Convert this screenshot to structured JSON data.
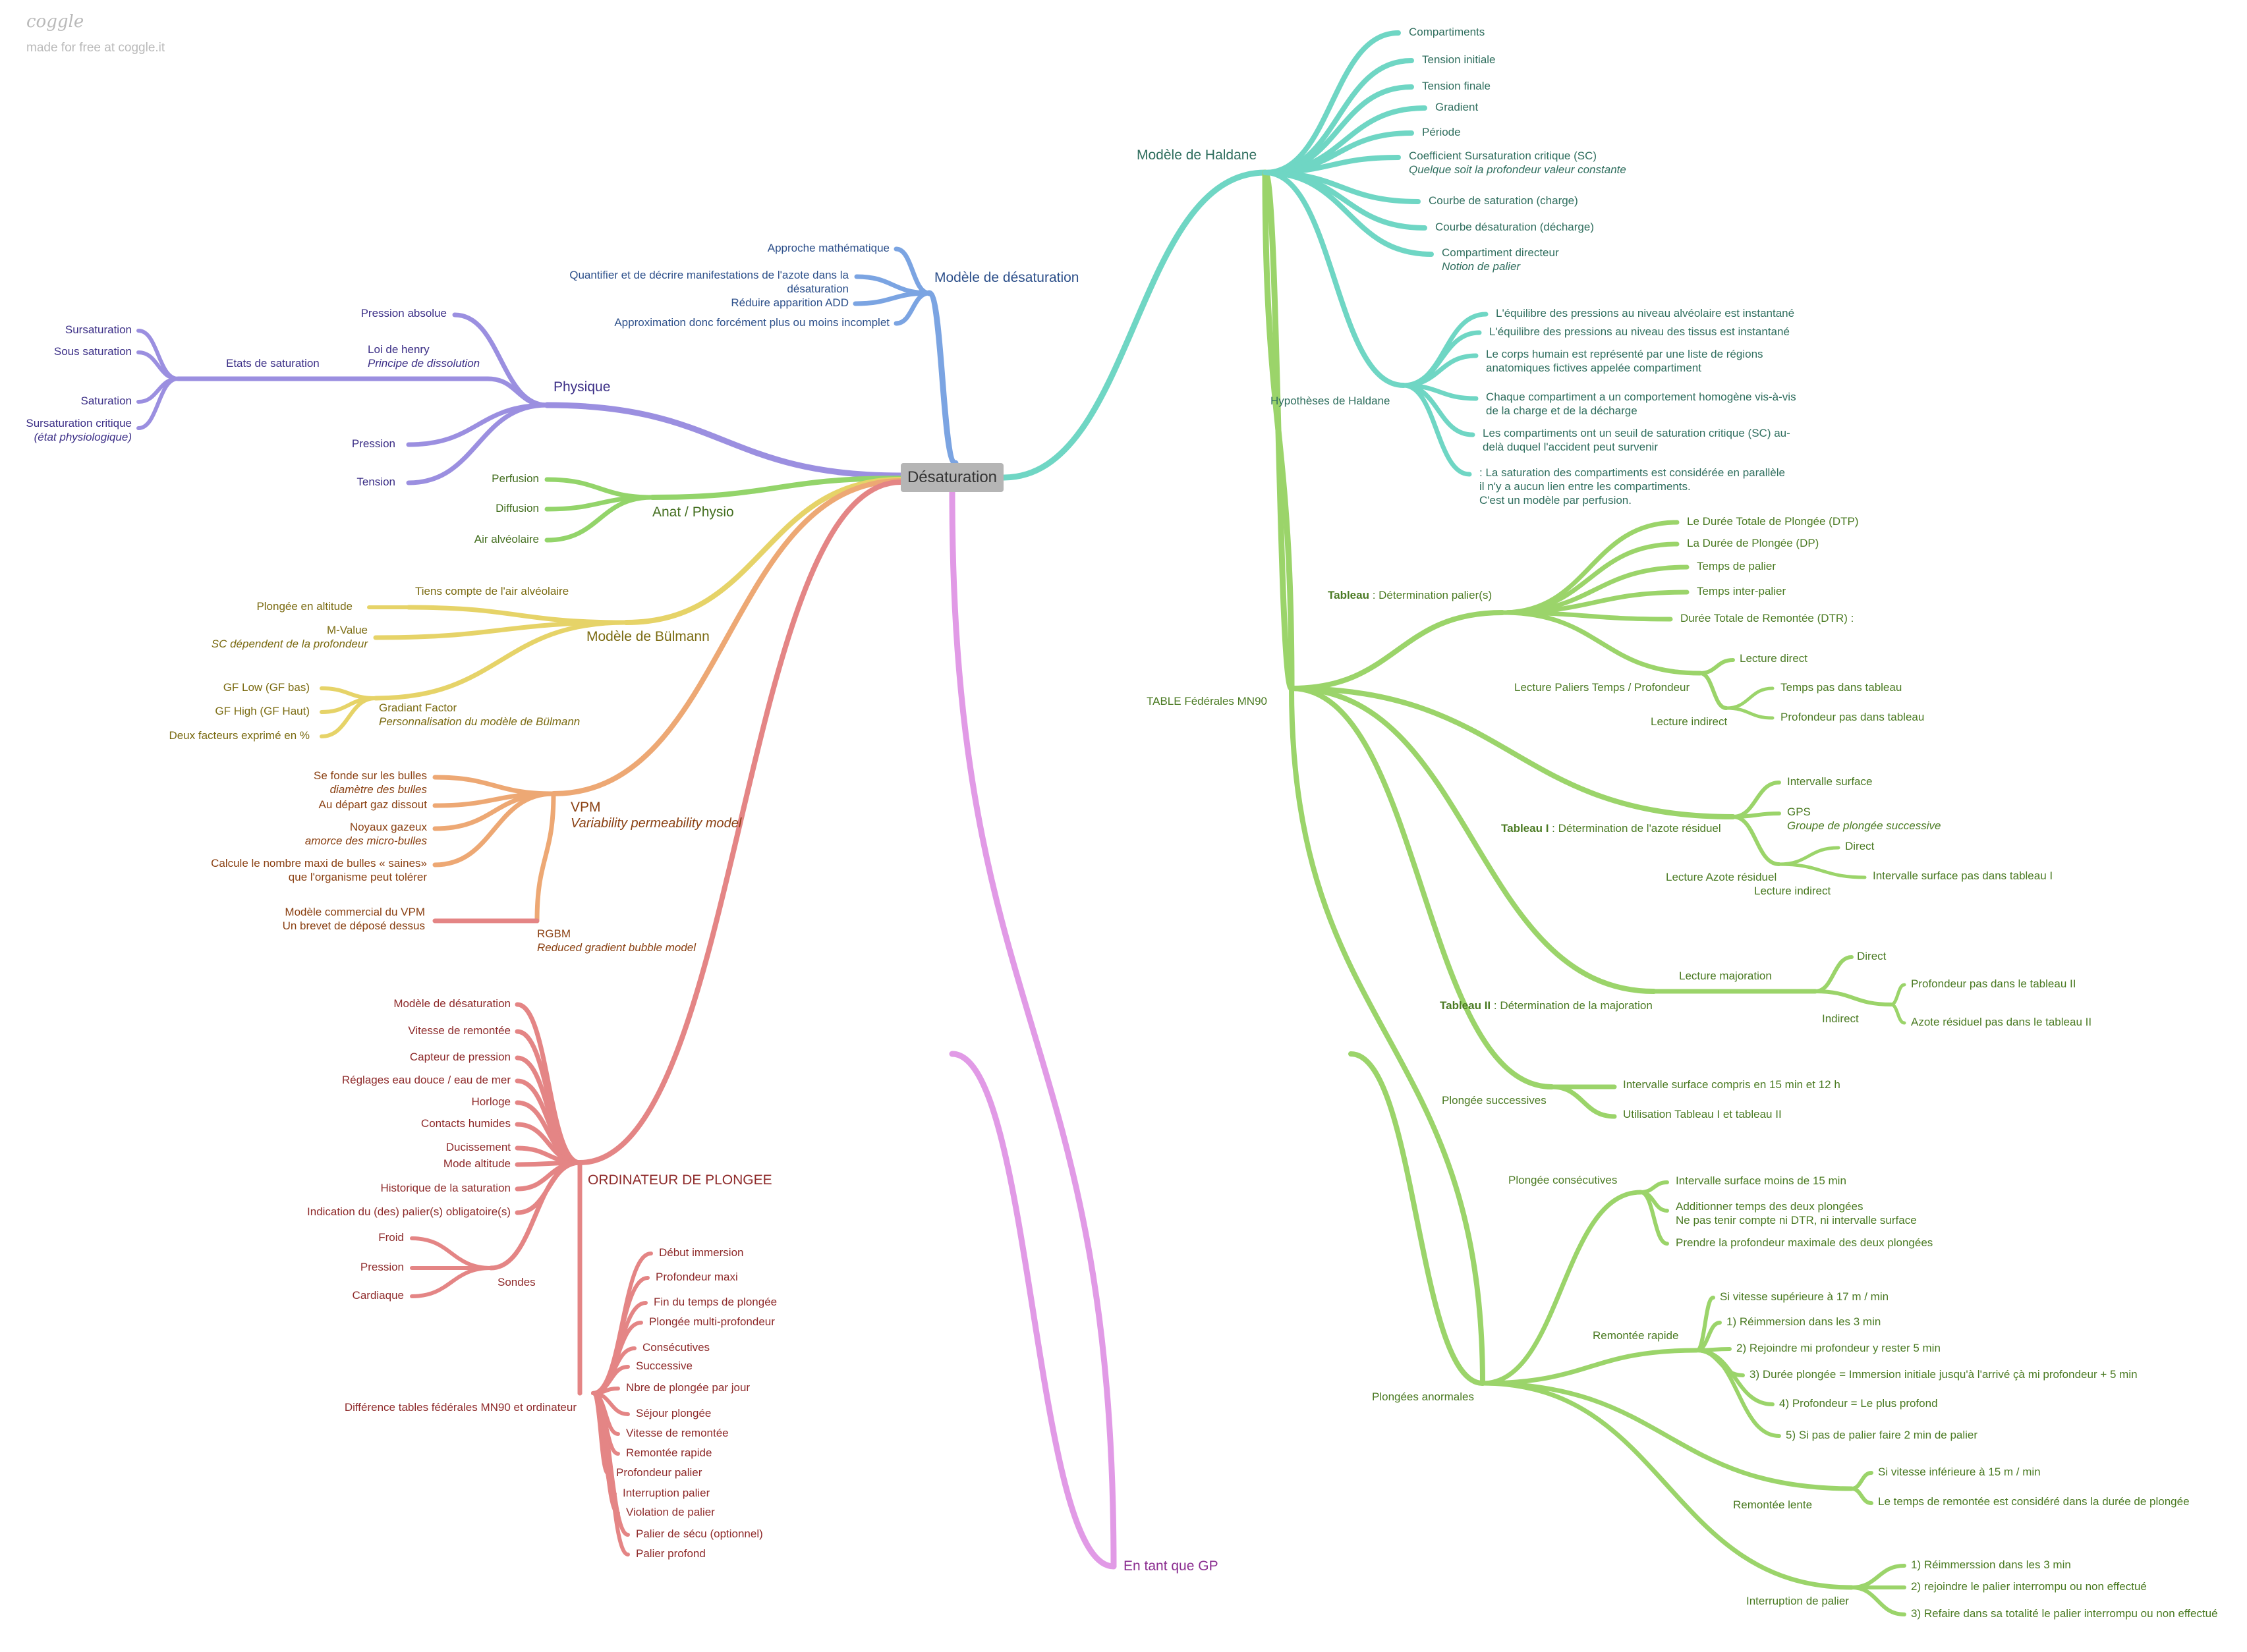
{
  "brand": {
    "logo": "coggle",
    "tagline": "made for free at coggle.it"
  },
  "colors": {
    "root_bg": "#b5b5b5",
    "haldane_edge": "#6fd6c4",
    "haldane_text": "#2f6e5e",
    "table_edge": "#9bd46a",
    "table_text": "#4a7a22",
    "desat_edge": "#7ba4e2",
    "desat_text": "#2c4f8a",
    "physique_edge": "#9b8fe0",
    "physique_text": "#3b2e86",
    "anat_edge": "#93d46a",
    "anat_text": "#436e1f",
    "bulmann_edge": "#e6d368",
    "bulmann_text": "#7a6a10",
    "vpm_edge": "#eda874",
    "vpm_text": "#8a4012",
    "ordi_edge": "#e48585",
    "ordi_text": "#8e2a2a",
    "gp_edge": "#e19ae6",
    "gp_text": "#8a2c8f"
  },
  "root": {
    "label": "Désaturation"
  },
  "haldane": {
    "label": "Modèle de Haldane",
    "items": [
      "Compartiments",
      "Tension initiale",
      "Tension finale",
      "Gradient",
      "Période",
      "Coefficient Sursaturation critique (SC)",
      "Courbe de saturation (charge)",
      "Courbe désaturation (décharge)",
      "Compartiment directeur"
    ],
    "sc_note": "Quelque soit la profondeur valeur constante",
    "dir_note": "Notion de palier",
    "hypo": {
      "label": "Hypothèses de Haldane",
      "items": [
        "L'équilibre des pressions au niveau alvéolaire est instantané",
        "L'équilibre des pressions au niveau des tissus est instantané",
        "Le corps humain est représenté par une liste de régions",
        "anatomiques fictives appelée compartiment",
        "Chaque compartiment a un comportement homogène vis-à-vis",
        "de la charge et de la décharge",
        "Les compartiments ont un seuil de saturation critique (SC) au-",
        "delà duquel l'accident peut survenir",
        ": La saturation des compartiments est considérée en parallèle",
        "il n'y a aucun lien entre les compartiments.",
        "C'est un modèle par perfusion."
      ]
    }
  },
  "table": {
    "label": "TABLE Fédérales MN90",
    "t0": {
      "bold": "Tableau",
      "rest": " : Détermination palier(s)",
      "items": [
        "Le Durée Totale de Plongée (DTP)",
        "La Durée de Plongée (DP)",
        "Temps de palier",
        "Temps inter-palier",
        "Durée Totale de Remontée (DTR) :"
      ],
      "lecture": "Lecture Paliers Temps / Profondeur",
      "direct": "Lecture direct",
      "indirect": "Lecture indirect",
      "indirect_items": [
        "Temps pas dans tableau",
        "Profondeur pas dans tableau"
      ]
    },
    "t1": {
      "bold": "Tableau I",
      "rest": " : Détermination de l'azote résiduel",
      "items": [
        "Intervalle surface",
        "GPS"
      ],
      "gps_note": "Groupe de plongée successive",
      "lecture": "Lecture Azote résiduel",
      "indirect": "Lecture indirect",
      "sub": [
        "Direct",
        "Intervalle surface pas dans tableau I"
      ]
    },
    "t2": {
      "bold": "Tableau II",
      "rest": " : Détermination de la majoration",
      "lecture": "Lecture majoration",
      "direct": "Direct",
      "indirect": "Indirect",
      "sub": [
        "Profondeur pas dans le tableau II",
        "Azote résiduel pas dans le tableau II"
      ]
    },
    "succ": {
      "label": "Plongée successives",
      "items": [
        "Intervalle surface compris en 15 min et 12 h",
        "Utilisation Tableau I et tableau II"
      ]
    },
    "anorm": {
      "label": "Plongées anormales",
      "consec": {
        "label": "Plongée consécutives",
        "items": [
          "Intervalle surface moins de 15 min",
          "Additionner temps des deux plongées",
          "Ne pas tenir compte ni DTR, ni intervalle surface",
          "Prendre la profondeur maximale des deux plongées"
        ]
      },
      "rapide": {
        "label": "Remontée rapide",
        "items": [
          "Si vitesse supérieure à 17 m / min",
          "1) Réimmersion dans les 3 min",
          "2) Rejoindre mi profondeur y rester 5 min",
          "3) Durée plongée = Immersion initiale jusqu'à l'arrivé çà mi profondeur + 5 min",
          "4) Profondeur = Le plus profond",
          "5) Si pas de palier faire 2 min de palier"
        ]
      },
      "lente": {
        "label": "Remontée lente",
        "items": [
          "Si vitesse inférieure à 15 m / min",
          "Le temps de remontée est considéré dans la durée de plongée"
        ]
      },
      "interr": {
        "label": "Interruption de palier",
        "items": [
          "1) Réimmerssion dans les 3 min",
          "2) rejoindre le palier interrompu ou non effectué",
          "3) Refaire dans sa totalité le palier interrompu ou non effectué"
        ]
      }
    }
  },
  "desat": {
    "label": "Modèle de désaturation",
    "items": [
      "Approche mathématique",
      "Quantifier et de décrire manifestations de l'azote dans la",
      "désaturation",
      "Réduire apparition ADD",
      "Approximation donc forcément plus ou moins incomplet"
    ]
  },
  "physique": {
    "label": "Physique",
    "etats": {
      "label": "Etats de saturation",
      "items": [
        "Sursaturation",
        "Sous saturation",
        "Saturation",
        "Sursaturation critique"
      ],
      "crit_note": "(état physiologique)"
    },
    "items": [
      "Pression absolue",
      "Loi de henry",
      "Pression",
      "Tension"
    ],
    "henry_note": "Principe de dissolution"
  },
  "anat": {
    "label": "Anat / Physio",
    "items": [
      "Perfusion",
      "Diffusion",
      "Air alvéolaire"
    ]
  },
  "bulmann": {
    "label": "Modèle de Bülmann",
    "items": [
      "Tiens compte de l'air alvéolaire",
      "Plongée en altitude",
      "M-Value"
    ],
    "mvalue_note": "SC dépendent de la profondeur",
    "gf": {
      "label": "Gradiant Factor",
      "note": "Personnalisation du modèle de Bülmann",
      "items": [
        "GF Low (GF bas)",
        "GF High (GF Haut)",
        "Deux facteurs exprimé en %"
      ]
    }
  },
  "vpm": {
    "label": "VPM",
    "note": "Variability permeability model",
    "items": [
      "Se fonde sur les bulles",
      "Au départ gaz dissout",
      "Noyaux gazeux",
      "Calcule le nombre maxi de bulles « saines»",
      "que l'organisme peut tolérer"
    ],
    "bulles_note": "diamètre des bulles",
    "noyaux_note": "amorce des micro-bulles",
    "rgbm": {
      "label": "RGBM",
      "note": "Reduced gradient bubble model",
      "items": [
        "Modèle commercial du VPM",
        "Un brevet de déposé dessus"
      ]
    }
  },
  "ordi": {
    "label": "ORDINATEUR DE PLONGEE",
    "items": [
      "Modèle de désaturation",
      "Vitesse de remontée",
      "Capteur de pression",
      "Réglages eau douce / eau de mer",
      "Horloge",
      "Contacts humides",
      "Ducissement",
      "Mode altitude",
      "Historique de la saturation",
      "Indication du (des) palier(s) obligatoire(s)"
    ],
    "sondes": {
      "label": "Sondes",
      "items": [
        "Froid",
        "Pression",
        "Cardiaque"
      ]
    },
    "diff": {
      "label": "Différence tables fédérales MN90 et ordinateur",
      "items": [
        "Début immersion",
        "Profondeur maxi",
        "Fin du temps de plongée",
        "Plongée multi-profondeur",
        "Consécutives",
        "Successive",
        "Nbre de plongée par jour",
        "Séjour plongée",
        "Vitesse de remontée",
        "Remontée rapide",
        "Profondeur palier",
        "Interruption palier",
        "Violation de palier",
        "Palier de sécu (optionnel)",
        "Palier profond"
      ]
    }
  },
  "gp": {
    "label": "En tant que GP"
  }
}
